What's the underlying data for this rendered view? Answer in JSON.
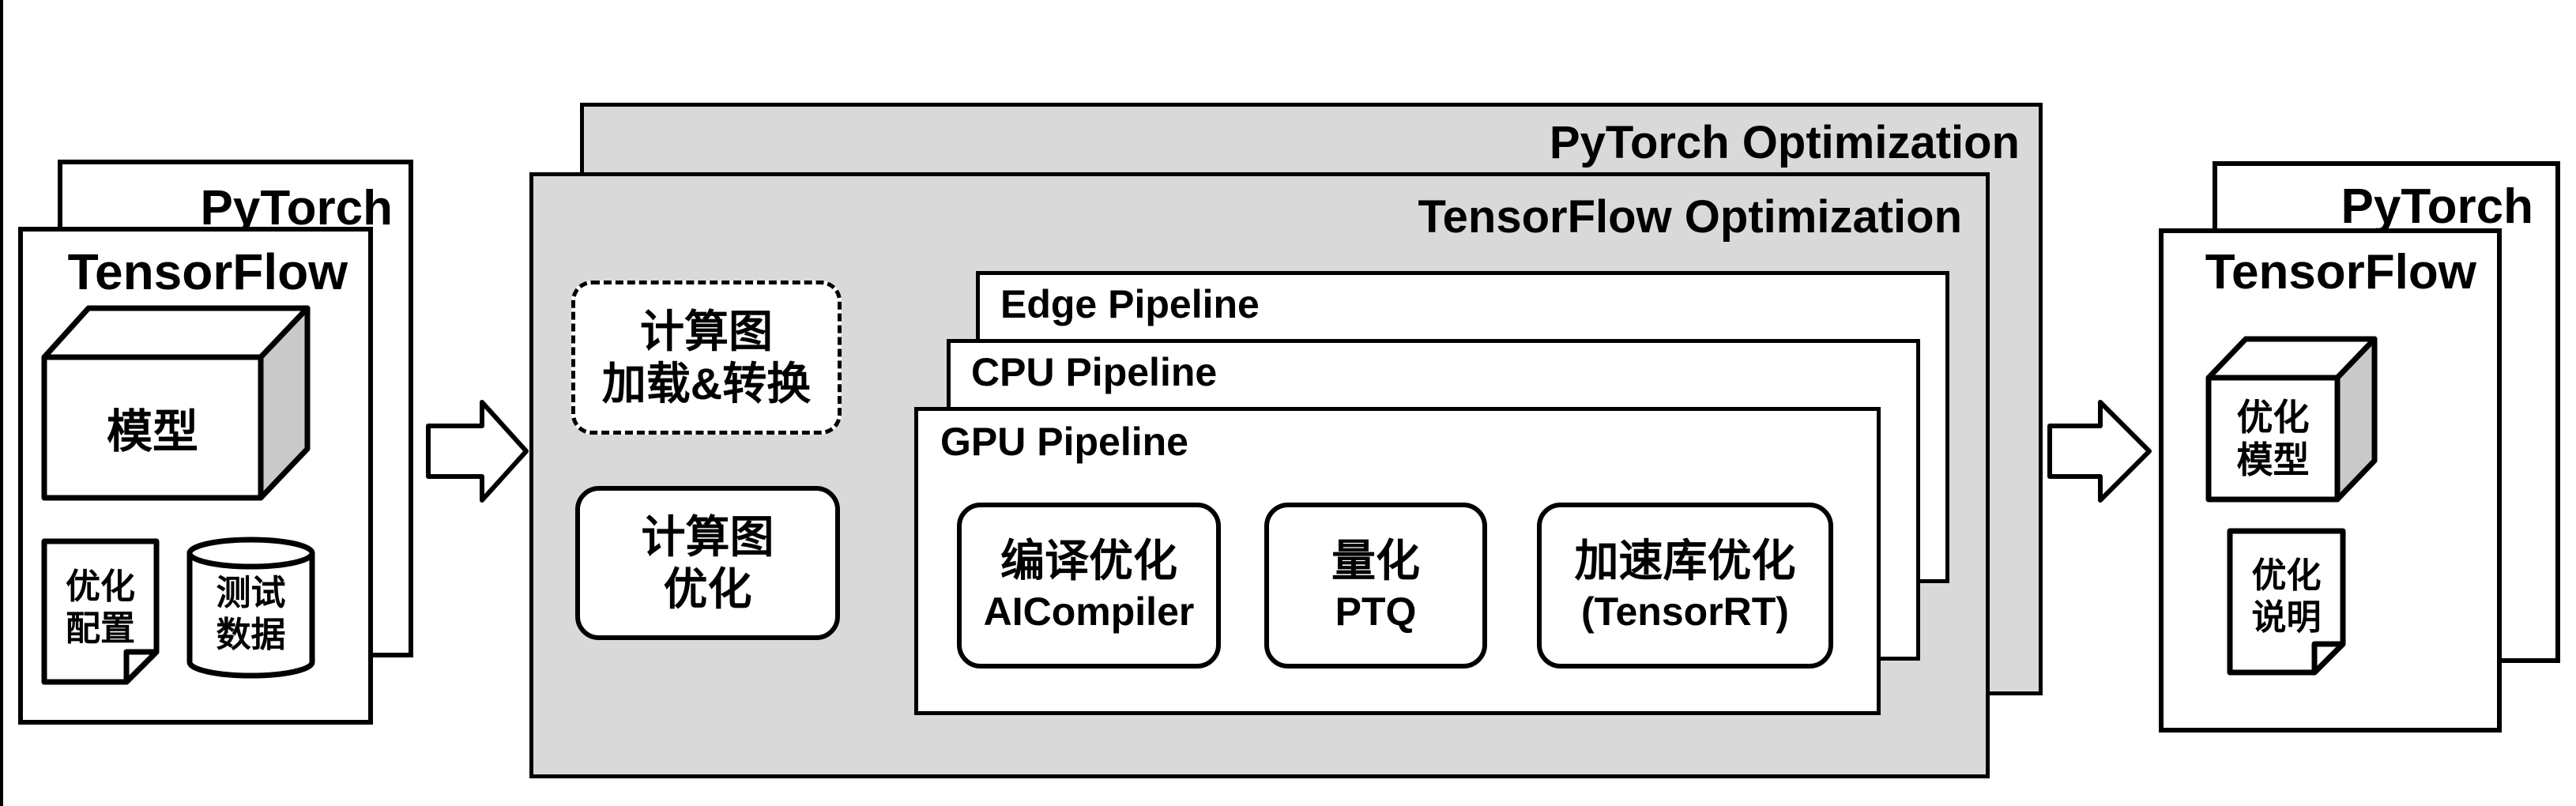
{
  "diagram": {
    "left_panel": {
      "back_label": "PyTorch",
      "front_label": "TensorFlow",
      "cube_label": "模型",
      "doc_label_line1": "优化",
      "doc_label_line2": "配置",
      "db_label_line1": "测试",
      "db_label_line2": "数据"
    },
    "middle_panel": {
      "back_title": "PyTorch Optimization",
      "front_title": "TensorFlow Optimization",
      "load_convert_line1": "计算图",
      "load_convert_line2": "加载&转换",
      "graph_opt_line1": "计算图",
      "graph_opt_line2": "优化",
      "pipelines": {
        "edge_label": "Edge Pipeline",
        "cpu_label": "CPU Pipeline",
        "gpu_label": "GPU Pipeline"
      },
      "gpu_items": [
        {
          "line1": "编译优化",
          "line2": "AICompiler"
        },
        {
          "line1": "量化",
          "line2": "PTQ"
        },
        {
          "line1": "加速库优化",
          "line2": "(TensorRT)"
        }
      ]
    },
    "right_panel": {
      "back_label": "PyTorch",
      "front_label": "TensorFlow",
      "cube_label_line1": "优化",
      "cube_label_line2": "模型",
      "doc_label_line1": "优化",
      "doc_label_line2": "说明"
    },
    "colors": {
      "panel_gray": "#d9d9d9",
      "cube_side_gray": "#c9c9c9",
      "outline_black": "#000000",
      "fill_white": "#ffffff"
    }
  }
}
